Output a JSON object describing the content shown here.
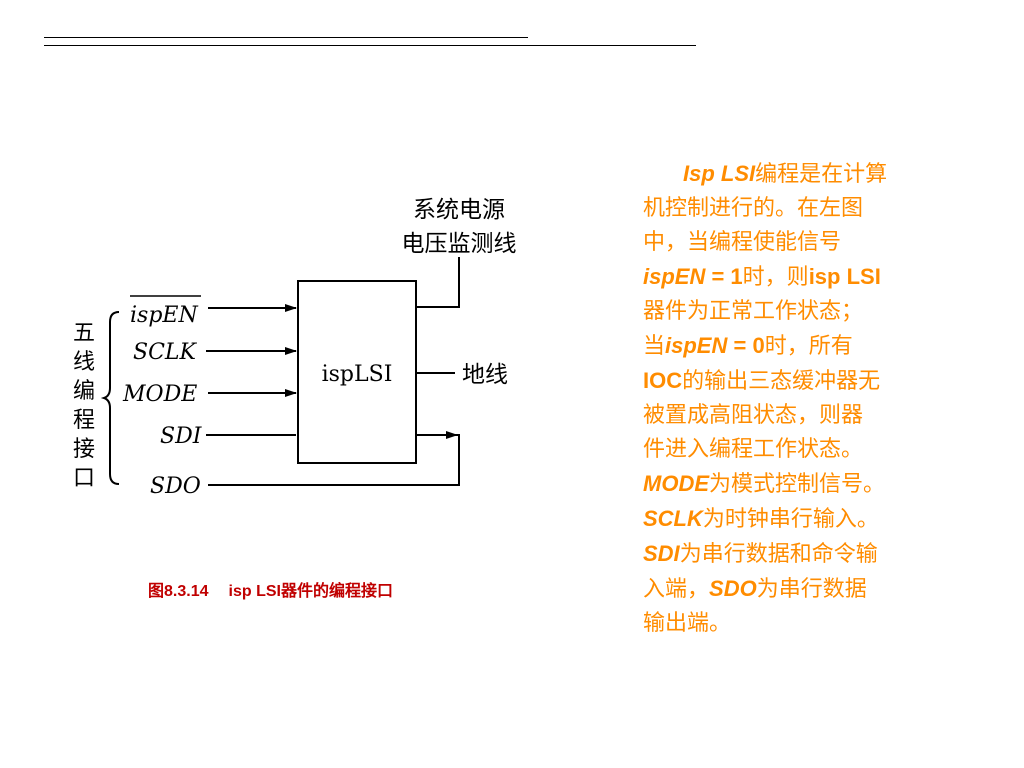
{
  "header_rules": true,
  "diagram": {
    "chip_label": "ispLSI",
    "supply_label_line1": "系统电源",
    "supply_label_line2": "电压监测线",
    "ground_label": "地线",
    "interface_label_chars": [
      "五",
      "线",
      "编",
      "程",
      "接",
      "口"
    ],
    "signals": [
      "ispEN",
      "SCLK",
      "MODE",
      "SDI",
      "SDO"
    ]
  },
  "caption": {
    "figure_number": "图8.3.14",
    "title_latin": "isp LSI",
    "title_cjk": "器件的编程接口"
  },
  "description": {
    "color": "#ff8c00",
    "l1_it": "Isp LSI",
    "l1_t": "编程是在计算",
    "l2": "机控制进行的。在左图",
    "l3": "中，当编程使能信号",
    "l4_it": "ispEN",
    "l4_b": " = 1",
    "l4_t": "时，则",
    "l4_b2": "isp LSI",
    "l5": "器件为正常工作状态；",
    "l6_t": "当",
    "l6_it": "ispEN",
    "l6_b": " = 0",
    "l6_t2": "时，所有",
    "l7_b": "IOC",
    "l7_t": "的输出三态缓冲器无",
    "l8": "被置成高阻状态，则器",
    "l9": "件进入编程工作状态。",
    "l10_it": "MODE",
    "l10_t": "为模式控制信号。",
    "l11_it": "SCLK",
    "l11_t": "为时钟串行输入。",
    "l12_it": "SDI",
    "l12_t": "为串行数据和命令输",
    "l13_t": "入端，",
    "l13_it": "SDO",
    "l13_t2": "为串行数据",
    "l14": "输出端。"
  }
}
